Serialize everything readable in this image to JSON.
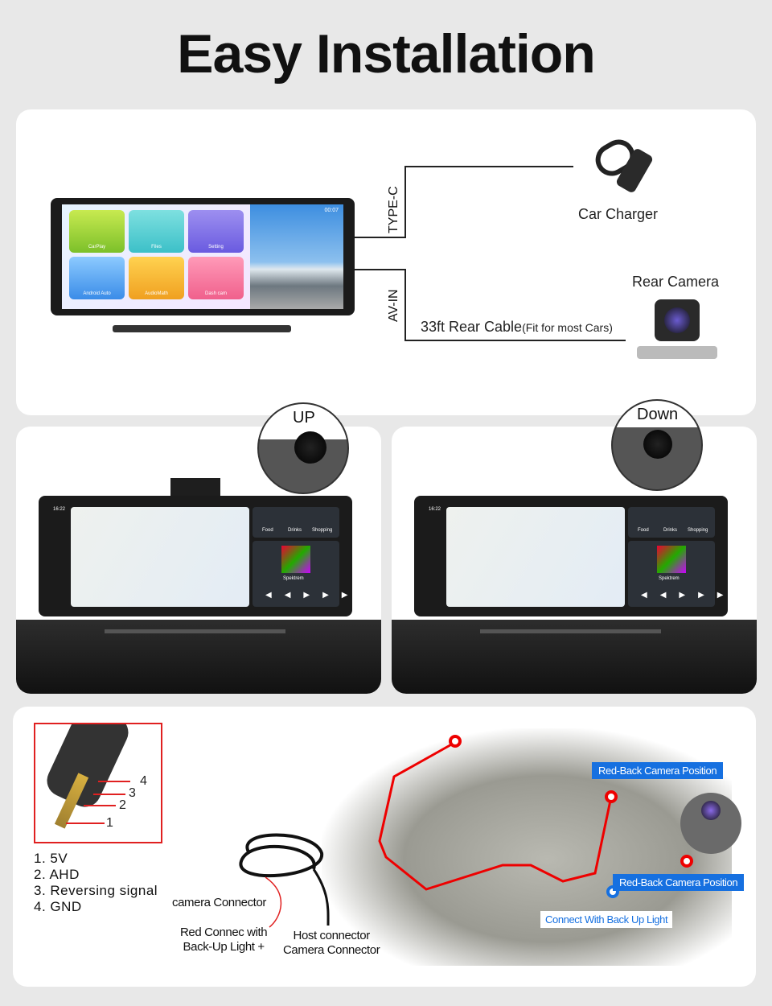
{
  "title": "Easy Installation",
  "top_panel": {
    "apps": [
      "CarPlay",
      "Files",
      "Setting",
      "Android Auto",
      "AudioMath",
      "Dash cam"
    ],
    "status_time": "00:07",
    "type_c_label": "TYPE-C",
    "av_in_label": "AV-IN",
    "car_charger_label": "Car Charger",
    "rear_camera_label": "Rear Camera",
    "cable_label": "33ft Rear Cable",
    "cable_note": "(Fit for most Cars)"
  },
  "mount_panels": [
    {
      "label": "UP",
      "clock": "16:22",
      "widgets": [
        "Food",
        "Drinks",
        "Shopping"
      ],
      "track": "Spektrem"
    },
    {
      "label": "Down",
      "clock": "16:22",
      "widgets": [
        "Food",
        "Drinks",
        "Shopping"
      ],
      "track": "Spektrem"
    }
  ],
  "wiring_panel": {
    "pin_numbers": [
      "4",
      "3",
      "2",
      "1"
    ],
    "pin_list": [
      "1.  5V",
      "2.  AHD",
      "3.  Reversing signal",
      "4.  GND"
    ],
    "camera_connector": "camera Connector",
    "red_connec": [
      "Red Connec with",
      "Back-Up Light +"
    ],
    "host_connector": [
      "Host connector",
      "Camera Connector"
    ],
    "badge_top": "Red-Back Camera Position",
    "badge_bottom": "Red-Back Camera Position",
    "badge_backup": "Connect With Back Up Light"
  },
  "colors": {
    "accent_blue": "#1670e0",
    "wire_red": "#e00000"
  }
}
